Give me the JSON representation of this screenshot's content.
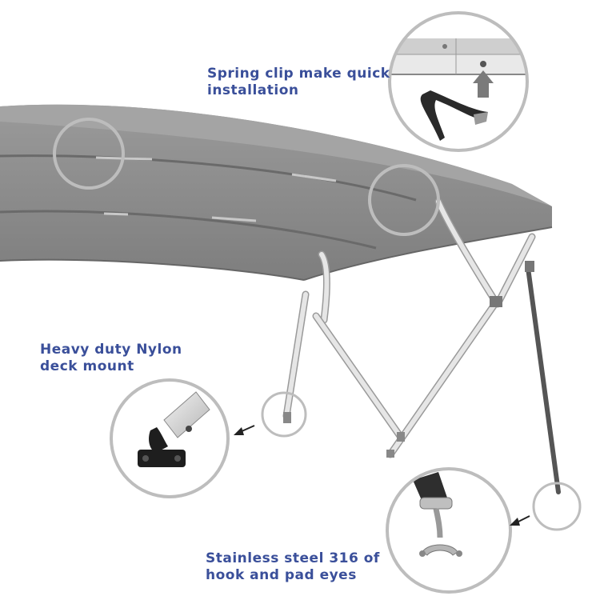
{
  "labels": {
    "spring_clip": [
      "Spring clip make quick",
      "installation"
    ],
    "deck_mount": [
      "Heavy duty Nylon",
      "deck mount"
    ],
    "hook_pad": [
      "Stainless steel 316 of",
      "hook and pad eyes"
    ]
  },
  "colors": {
    "label_text": "#3a4f9a",
    "canopy": "#8b8b8b",
    "canopy_dark": "#6f6f6f",
    "canopy_light": "#a8a8a8",
    "frame": "#d6d6d6",
    "frame_edge": "#9a9a9a",
    "circle_outline": "#bdbdbd",
    "mount_black": "#1e1e1e",
    "strap": "#555555"
  },
  "icons": [
    "arrow-icon",
    "arrow-icon",
    "arrow-icon"
  ]
}
